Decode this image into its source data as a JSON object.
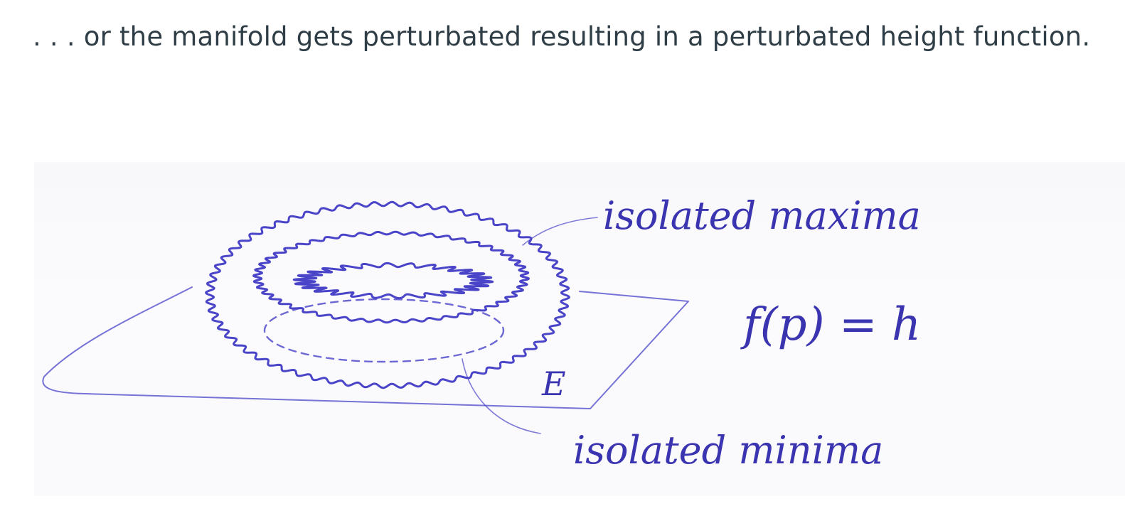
{
  "caption": {
    "text": ". . . or the manifold gets perturbated resulting in a perturbated height function."
  },
  "sketch": {
    "ink_color": "#4a44c8",
    "labels": {
      "maxima": "isolated maxima",
      "minima": "isolated minima",
      "equation": "f(p) = h",
      "plane_letter": "E"
    }
  }
}
